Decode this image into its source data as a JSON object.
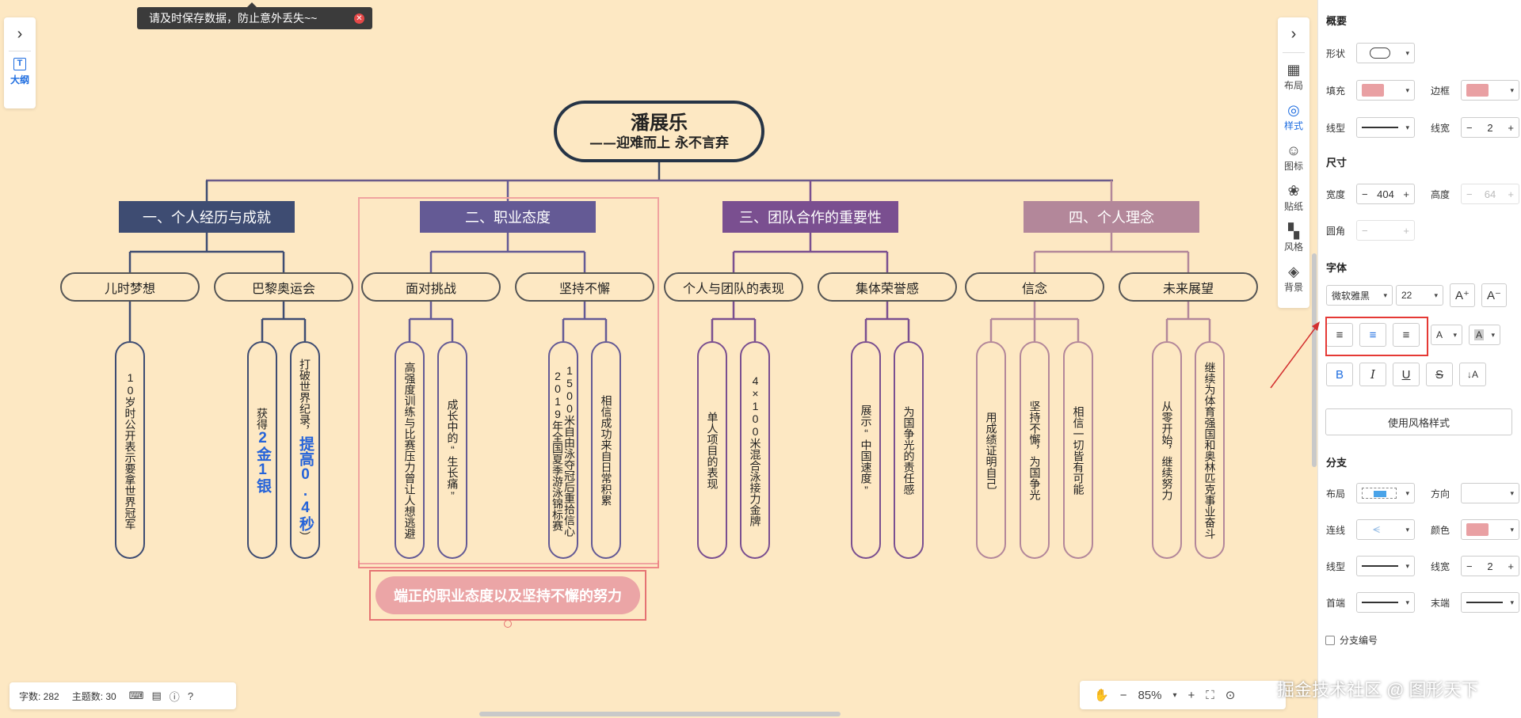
{
  "toast": {
    "message": "请及时保存数据，防止意外丢失~~",
    "close": "✕"
  },
  "left_panel": {
    "outline_label": "大纲",
    "outline_icon": "T"
  },
  "map": {
    "root": {
      "title": "潘展乐",
      "subtitle": "——迎难而上 永不言弃"
    },
    "branches": [
      {
        "label": "一、个人经历与成就",
        "color": "#3e4c72",
        "children": [
          {
            "label": "儿时梦想",
            "leaves": [
              {
                "text": "10岁时公开表示要拿世界冠军"
              }
            ]
          },
          {
            "label": "巴黎奥运会",
            "leaves": [
              {
                "pre": "获得",
                "highlight": "2金1银",
                "post": ""
              },
              {
                "pre": "打破世界纪录，",
                "highlight": "提高0.4秒",
                "post": "）"
              }
            ]
          }
        ]
      },
      {
        "label": "二、职业态度",
        "color": "#645a95",
        "children": [
          {
            "label": "面对挑战",
            "leaves": [
              {
                "text": "高强度训练与比赛压力曾让人想逃避"
              },
              {
                "text": "成长中的“生长痛”"
              }
            ]
          },
          {
            "label": "坚持不懈",
            "leaves": [
              {
                "text": "1500米自由泳夺冠后重拾信心2019年全国夏季游泳锦标赛"
              },
              {
                "text": "相信成功来自日常积累"
              }
            ]
          }
        ]
      },
      {
        "label": "三、团队合作的重要性",
        "color": "#7a4f90",
        "children": [
          {
            "label": "个人与团队的表现",
            "leaves": [
              {
                "text": "单人项目的表现"
              },
              {
                "text": "4×100米混合泳接力金牌"
              }
            ]
          },
          {
            "label": "集体荣誉感",
            "leaves": [
              {
                "text": "展示“中国速度”"
              },
              {
                "text": "为国争光的责任感"
              }
            ]
          }
        ]
      },
      {
        "label": "四、个人理念",
        "color": "#b3879a",
        "children": [
          {
            "label": "信念",
            "leaves": [
              {
                "text": "用成绩证明自己"
              },
              {
                "text": "坚持不懈，为国争光"
              },
              {
                "text": "相信一切皆有可能"
              }
            ]
          },
          {
            "label": "未来展望",
            "leaves": [
              {
                "text": "从零开始，继续努力"
              },
              {
                "text": "继续为体育强国和奥林匹克事业奋斗"
              }
            ]
          }
        ]
      }
    ],
    "summary": "端正的职业态度以及坚持不懈的努力"
  },
  "toolbar": {
    "items": [
      {
        "label": "布局",
        "icon": "layout-icon",
        "glyph": "▦"
      },
      {
        "label": "样式",
        "icon": "palette-icon",
        "glyph": "◎"
      },
      {
        "label": "图标",
        "icon": "smiley-icon",
        "glyph": "☺"
      },
      {
        "label": "贴纸",
        "icon": "sticker-icon",
        "glyph": "❀"
      },
      {
        "label": "风格",
        "icon": "theme-icon",
        "glyph": "▚"
      },
      {
        "label": "背景",
        "icon": "layers-icon",
        "glyph": "◈"
      }
    ],
    "active": "样式"
  },
  "status": {
    "word_count": "字数: 282",
    "topic_count": "主题数: 30"
  },
  "zoom": {
    "level": "85%"
  },
  "watermark": "掘金技术社区 @ 图形天下",
  "panel": {
    "overview": {
      "title": "概要",
      "shape_label": "形状",
      "fill_label": "填充",
      "border_label": "边框",
      "linetype_label": "线型",
      "linewidth_label": "线宽",
      "linewidth": "2",
      "fill_color": "#e9a0a3",
      "border_color": "#e9a0a3"
    },
    "size": {
      "title": "尺寸",
      "width_label": "宽度",
      "width": "404",
      "height_label": "高度",
      "height": "64",
      "radius_label": "圆角"
    },
    "font": {
      "title": "字体",
      "family": "微软雅黑",
      "size": "22",
      "grow": "A⁺",
      "shrink": "A⁻",
      "color_btn": "A",
      "bg_btn": "A",
      "bold": "B",
      "italic": "I",
      "underline": "U",
      "strike": "S",
      "sort": "↓A",
      "use_style_btn": "使用风格样式"
    },
    "branch": {
      "title": "分支",
      "layout_label": "布局",
      "direction_label": "方向",
      "connector_label": "连线",
      "color_label": "颜色",
      "linetype_label": "线型",
      "linewidth_label": "线宽",
      "linewidth": "2",
      "start_label": "首端",
      "end_label": "末端",
      "numbering_label": "分支编号",
      "color": "#e9a0a3"
    }
  }
}
